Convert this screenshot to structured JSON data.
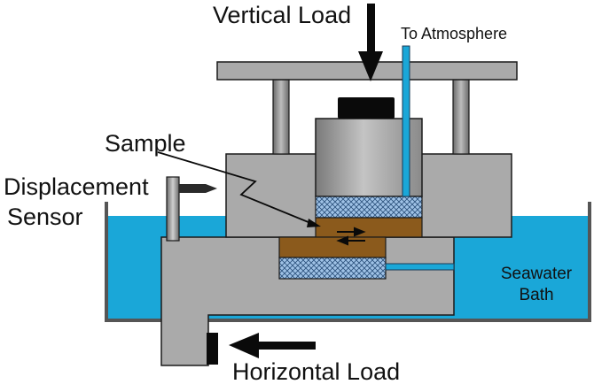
{
  "labels": {
    "vertical_load": "Vertical Load",
    "to_atmosphere": "To Atmosphere",
    "sample": "Sample",
    "displacement_line1": "Displacement",
    "displacement_line2": "Sensor",
    "seawater_line1": "Seawater",
    "seawater_line2": "Bath",
    "horizontal_load": "Horizontal Load"
  },
  "colors": {
    "seawater": "#1aa7d8",
    "frame_gray": "#aaaaaa",
    "dark_gray": "#6f6f6f",
    "sample_brown": "#8b5a1c",
    "porous_stone": "#9fc2e6",
    "tube_blue": "#4fa3d8",
    "outline": "#1a1a1a"
  },
  "icons": {
    "vertical_arrow": "arrow-down-icon",
    "horizontal_arrow": "arrow-left-icon",
    "shear_arrows": "opposing-arrows-icon"
  }
}
